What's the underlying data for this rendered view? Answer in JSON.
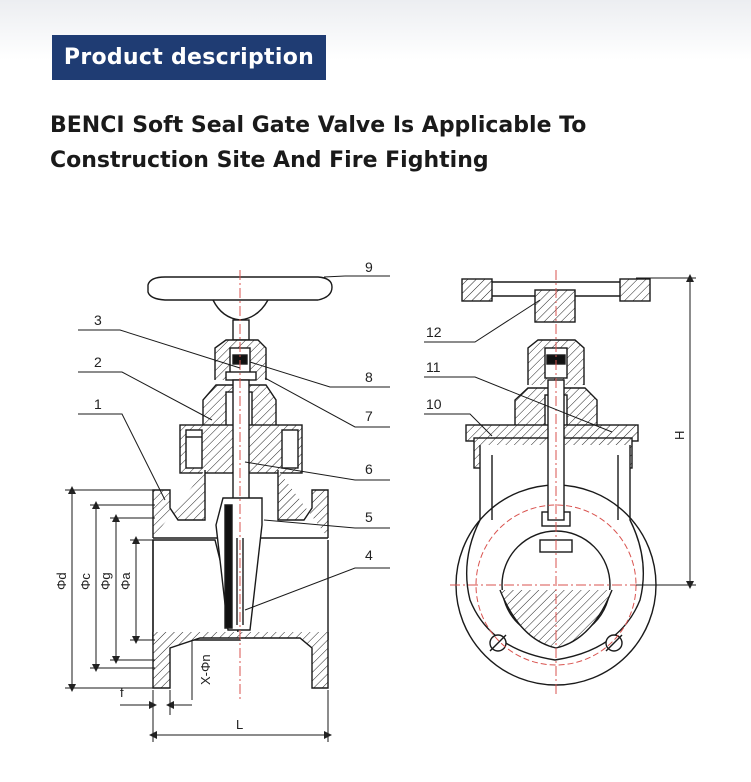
{
  "header": {
    "badge": "Product description",
    "headline": "BENCI Soft Seal Gate Valve Is Applicable To Construction Site And Fire Fighting"
  },
  "diagram": {
    "part_numbers": [
      "1",
      "2",
      "3",
      "4",
      "5",
      "6",
      "7",
      "8",
      "9",
      "10",
      "11",
      "12"
    ],
    "dimensions": {
      "phi_d": "Φd",
      "phi_c": "Φc",
      "phi_g": "Φg",
      "phi_a": "Φa",
      "x_phi_n": "X-Φn",
      "f": "f",
      "L": "L",
      "H": "H"
    },
    "colors": {
      "section_line": "#d9534f",
      "ink": "#1a1a1a",
      "header_bg": "#1f3c73"
    }
  }
}
